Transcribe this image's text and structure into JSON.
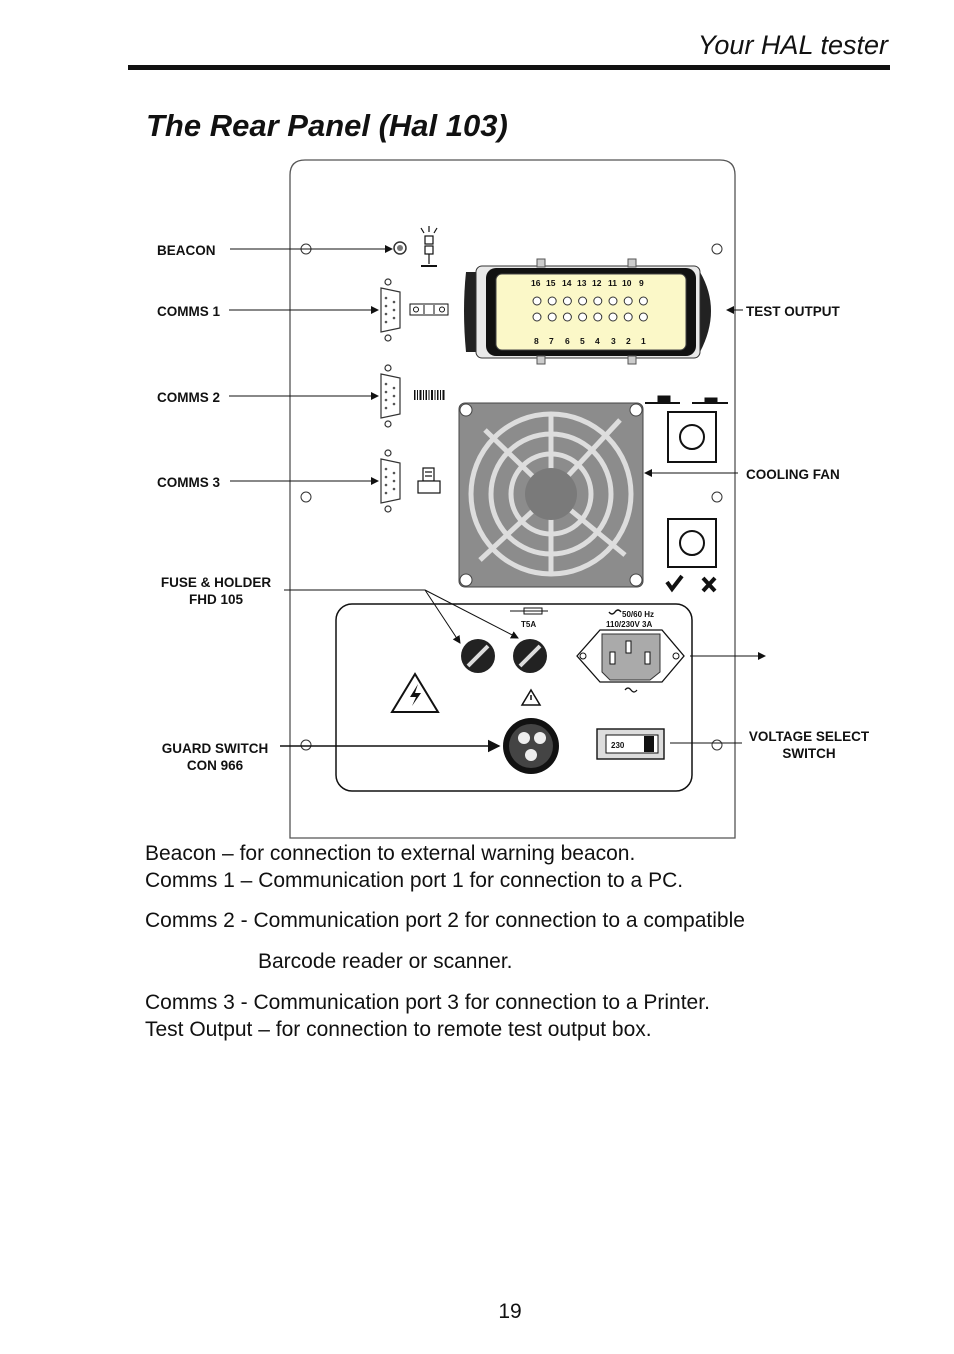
{
  "header": {
    "section_title": "Your HAL tester"
  },
  "page_title": "The Rear Panel (Hal 103)",
  "diagram": {
    "labels": {
      "beacon": "BEACON",
      "comms1": "COMMS 1",
      "comms2": "COMMS 2",
      "comms3": "COMMS 3",
      "fuse_line1": "FUSE & HOLDER",
      "fuse_line2": "FHD 105",
      "guard_line1": "GUARD SWITCH",
      "guard_line2": "CON 966",
      "test_output": "TEST OUTPUT",
      "cooling_fan": "COOLING FAN",
      "voltage_line1": "VOLTAGE SELECT",
      "voltage_line2": "SWITCH"
    },
    "connector_pins_top": [
      "16",
      "15",
      "14",
      "13",
      "12",
      "11",
      "10",
      "9"
    ],
    "connector_pins_bottom": [
      "8",
      "7",
      "6",
      "5",
      "4",
      "3",
      "2",
      "1"
    ],
    "fuse_rating": "T5A",
    "mains_line1": "50/60 Hz",
    "mains_line2": "110/230V 3A",
    "voltage_value": "230"
  },
  "descriptions": [
    "Beacon – for connection to external warning beacon.",
    "Comms 1 – Communication port 1 for connection to a PC.",
    "Comms 2 - Communication port 2 for connection to a compatible",
    "Barcode reader or scanner.",
    "Comms 3 - Communication port 3 for connection to a Printer.",
    "Test Output – for connection to remote test output box."
  ],
  "page_number": "19"
}
